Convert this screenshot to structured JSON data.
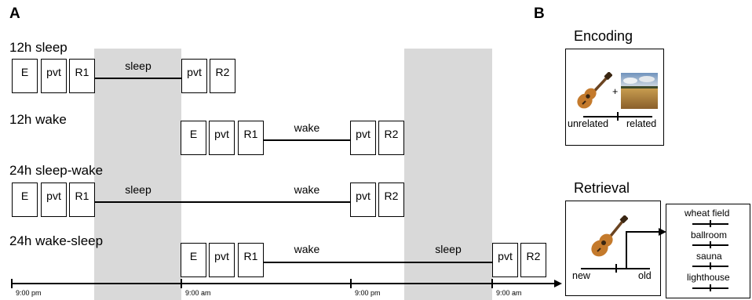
{
  "panel_a": {
    "letter": "A"
  },
  "panel_b": {
    "letter": "B"
  },
  "conditions": [
    {
      "label": "12h sleep",
      "left_boxes": [
        "E",
        "pvt",
        "R1"
      ],
      "middle_label": "sleep",
      "right_boxes": [
        "pvt",
        "R2"
      ]
    },
    {
      "label": "12h wake",
      "left_boxes": [
        "E",
        "pvt",
        "R1"
      ],
      "middle_label": "wake",
      "right_boxes": [
        "pvt",
        "R2"
      ]
    },
    {
      "label": "24h sleep-wake",
      "left_boxes": [
        "E",
        "pvt",
        "R1"
      ],
      "middle_labels": [
        "sleep",
        "wake"
      ],
      "right_boxes": [
        "pvt",
        "R2"
      ]
    },
    {
      "label": "24h wake-sleep",
      "left_boxes": [
        "E",
        "pvt",
        "R1"
      ],
      "middle_labels": [
        "wake",
        "sleep"
      ],
      "right_boxes": [
        "pvt",
        "R2"
      ]
    }
  ],
  "timeline": {
    "ticks": [
      "9:00 pm",
      "9:00 am",
      "9:00 pm",
      "9:00 am"
    ]
  },
  "encoding": {
    "heading": "Encoding",
    "scale_left": "unrelated",
    "scale_right": "related",
    "plus": "+",
    "pictures": [
      "guitar-image",
      "wheat-field-image"
    ]
  },
  "retrieval": {
    "heading": "Retrieval",
    "scale_left": "new",
    "scale_right": "old",
    "options": [
      "wheat field",
      "ballroom",
      "sauna",
      "lighthouse"
    ]
  }
}
